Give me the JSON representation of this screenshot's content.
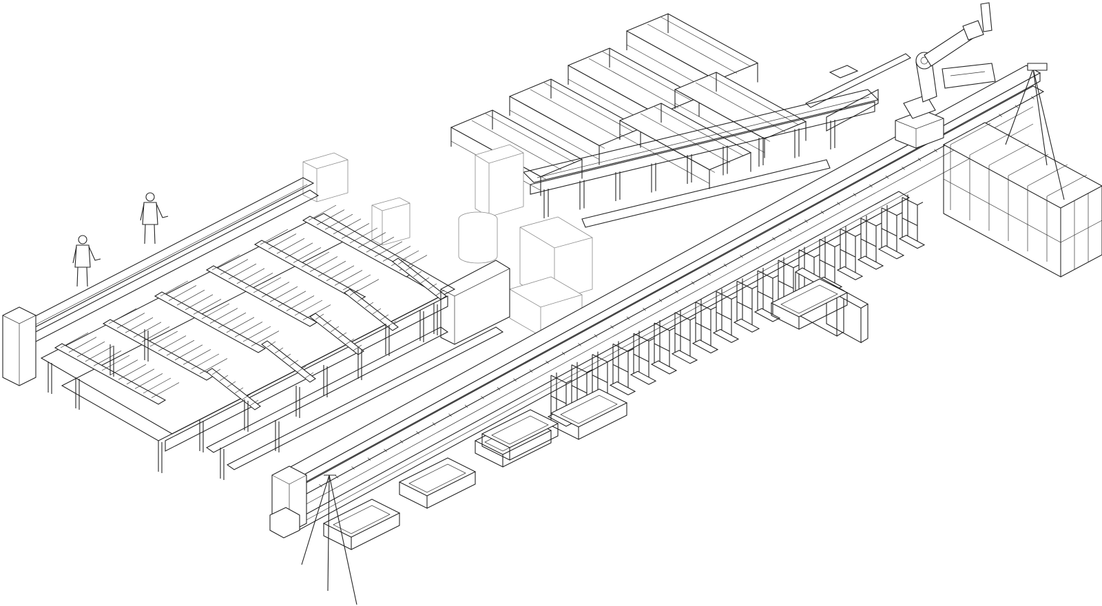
{
  "drawing": {
    "background": "#ffffff",
    "line_color": "#222222",
    "ghost_line_color": "#888888",
    "has_text": false
  },
  "components": [
    {
      "id": "infeed-bar-racks",
      "count": 6
    },
    {
      "id": "transfer-conveyor-line"
    },
    {
      "id": "main-linear-gantry-rail"
    },
    {
      "id": "support-stands",
      "count": 18
    },
    {
      "id": "articulated-robot",
      "count": 1
    },
    {
      "id": "output-tote-bins",
      "count": 6
    },
    {
      "id": "operator-figures",
      "count": 2
    },
    {
      "id": "cutting-bay-cells"
    },
    {
      "id": "hydraulic-power-units",
      "count": 4
    },
    {
      "id": "storage-tank",
      "count": 1
    },
    {
      "id": "end-buffer-cage"
    }
  ]
}
